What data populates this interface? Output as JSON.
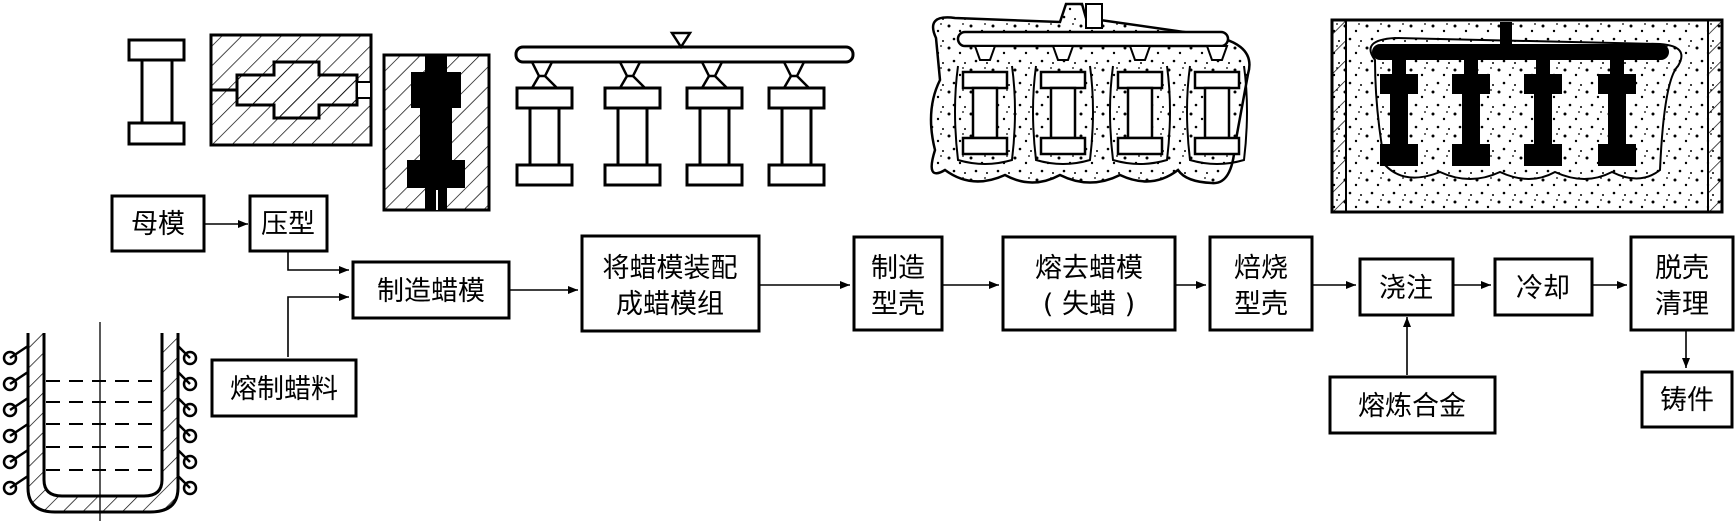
{
  "steps": {
    "master_pattern": "母模",
    "die": "压型",
    "make_wax_pattern": "制造蜡模",
    "assemble_line1": "将蜡模装配",
    "assemble_line2": "成蜡模组",
    "make_shell_line1": "制造",
    "make_shell_line2": "型壳",
    "dewax_line1": "熔去蜡模",
    "dewax_line2": "( 失蜡 )",
    "bake_line1": "焙烧",
    "bake_line2": "型壳",
    "pour": "浇注",
    "cool": "冷却",
    "shakeout_line1": "脱壳",
    "shakeout_line2": "清理",
    "casting": "铸件",
    "melt_wax": "熔制蜡料",
    "melt_alloy": "熔炼合金"
  },
  "colors": {
    "ink": "#000000",
    "paper": "#ffffff"
  }
}
